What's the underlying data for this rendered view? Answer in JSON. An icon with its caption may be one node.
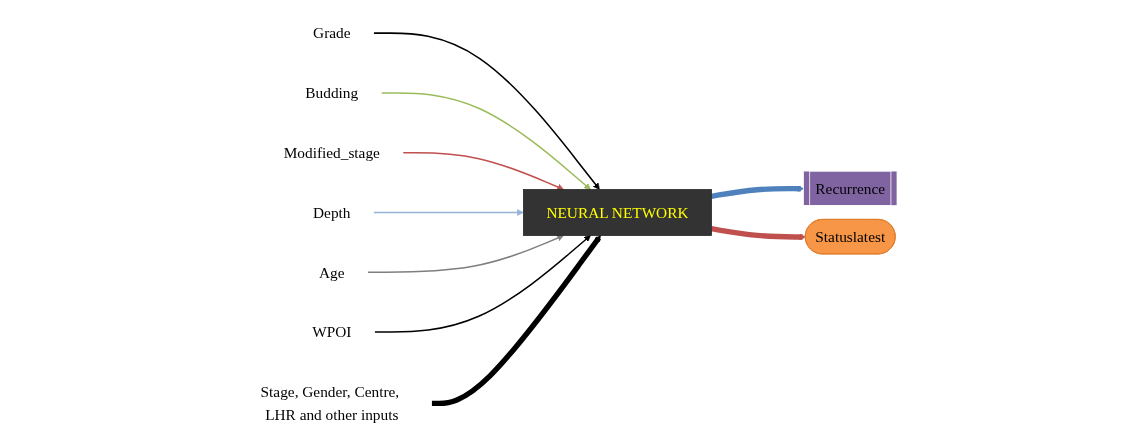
{
  "diagram": {
    "nodes": [
      {
        "text": [
          "Grade"
        ]
      },
      {
        "text": [
          "Budding"
        ]
      },
      {
        "text": [
          "Modified_stage"
        ]
      },
      {
        "text": [
          "Depth"
        ]
      },
      {
        "text": [
          "Age"
        ]
      },
      {
        "text": [
          "WPOI"
        ]
      },
      {
        "text": [
          "Stage, Gender, Centre, LHR and other inputs"
        ]
      },
      {
        "text": [
          "NEURAL NETWORK"
        ]
      },
      {
        "text": [
          "Recurrence"
        ]
      },
      {
        "text": [
          "Statuslatest"
        ]
      }
    ],
    "edges": [
      {
        "from": 0,
        "to": 7,
        "arrow": "to"
      },
      {
        "from": 1,
        "to": 7,
        "arrow": "to",
        "color": "#9bbb59"
      },
      {
        "from": 2,
        "to": 7,
        "arrow": "to",
        "color": "#c0504d"
      },
      {
        "from": 3,
        "to": 7,
        "arrow": "to",
        "color": "#95b3d7"
      },
      {
        "from": 4,
        "to": 7,
        "arrow": "to",
        "color": "#7f7f7f"
      },
      {
        "from": 5,
        "to": 7,
        "arrow": "to"
      },
      {
        "from": 6,
        "to": 7,
        "arrow": "to",
        "style": "thick"
      },
      {
        "from": 7,
        "to": 8,
        "arrow": "to",
        "style": "thick",
        "color": "#4f81bd"
      },
      {
        "from": 7,
        "to": 9,
        "arrow": "to",
        "style": "thick",
        "color": "#c0504d"
      }
    ]
  }
}
